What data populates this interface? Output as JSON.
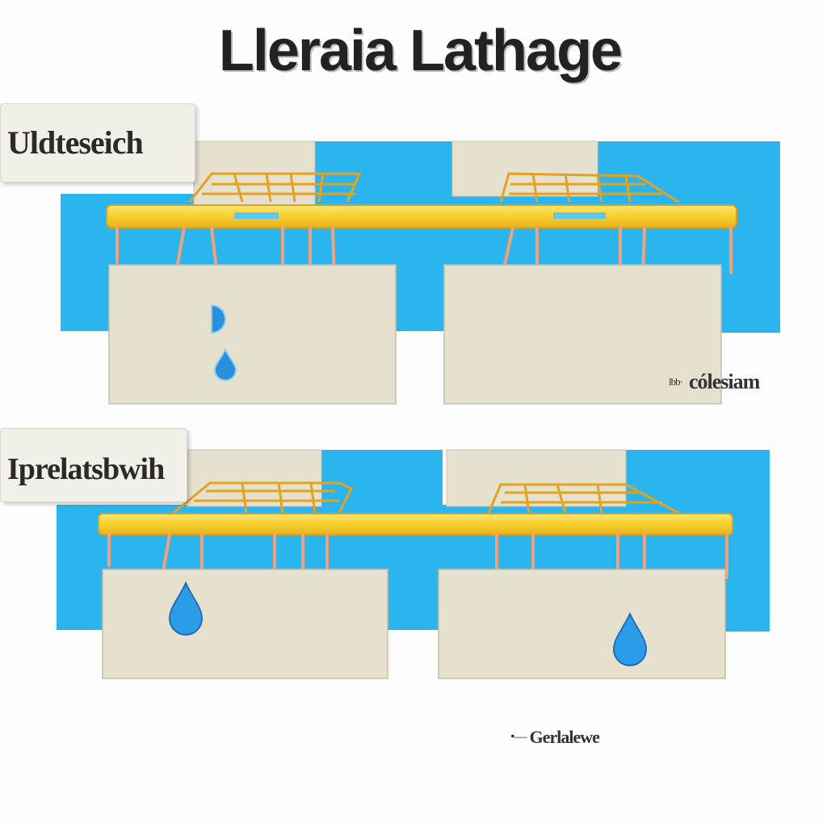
{
  "title": "Lleraia Lathage",
  "panels": [
    {
      "tag": "Uldteseich"
    },
    {
      "tag": "Iprelatsbwih"
    }
  ],
  "annotations": {
    "right": {
      "marker": "lbb·",
      "text": "cólesiam"
    },
    "bottom": {
      "marker": "•—",
      "text": "Gerlalewe"
    }
  },
  "colors": {
    "water": "#2ab5ee",
    "basin": "#e6e0cf",
    "beam": "#f7d63c",
    "beam_edge": "#e2a520",
    "leg": "#f2a27a",
    "drop": "#2b8fe0"
  }
}
